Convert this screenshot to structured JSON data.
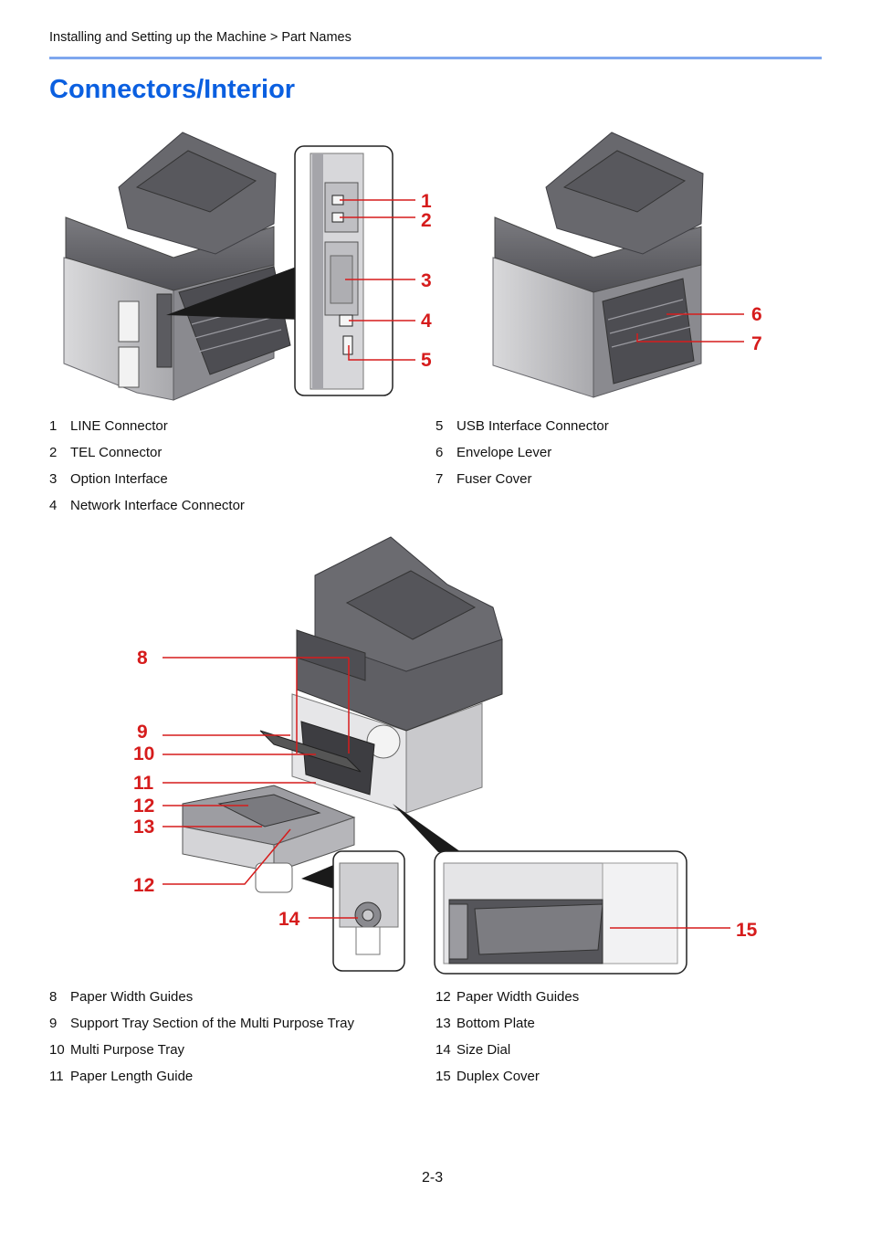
{
  "header": {
    "breadcrumb": "Installing and Setting up the Machine > Part Names"
  },
  "page": {
    "title": "Connectors/Interior",
    "number": "2-3"
  },
  "colors": {
    "accent_blue": "#0a5fe0",
    "rule_blue": "#7fa7ee",
    "callout_red": "#d61c1c",
    "machine_gray": "#6d6d70"
  },
  "figure1": {
    "callouts": [
      "1",
      "2",
      "3",
      "4",
      "5",
      "6",
      "7"
    ]
  },
  "legend1": {
    "left": [
      {
        "num": "1",
        "label": "LINE Connector"
      },
      {
        "num": "2",
        "label": "TEL Connector"
      },
      {
        "num": "3",
        "label": "Option Interface"
      },
      {
        "num": "4",
        "label": "Network Interface Connector"
      }
    ],
    "right": [
      {
        "num": "5",
        "label": "USB Interface Connector"
      },
      {
        "num": "6",
        "label": "Envelope Lever"
      },
      {
        "num": "7",
        "label": "Fuser Cover"
      }
    ]
  },
  "figure2": {
    "callouts": [
      "8",
      "9",
      "10",
      "11",
      "12",
      "13",
      "12",
      "14",
      "15"
    ]
  },
  "legend2": {
    "left": [
      {
        "num": "8",
        "label": "Paper Width Guides"
      },
      {
        "num": "9",
        "label": "Support Tray Section of the Multi Purpose Tray"
      },
      {
        "num": "10",
        "label": "Multi Purpose Tray"
      },
      {
        "num": "11",
        "label": "Paper Length Guide"
      }
    ],
    "right": [
      {
        "num": "12",
        "label": "Paper Width Guides"
      },
      {
        "num": "13",
        "label": "Bottom Plate"
      },
      {
        "num": "14",
        "label": "Size Dial"
      },
      {
        "num": "15",
        "label": "Duplex Cover"
      }
    ]
  }
}
